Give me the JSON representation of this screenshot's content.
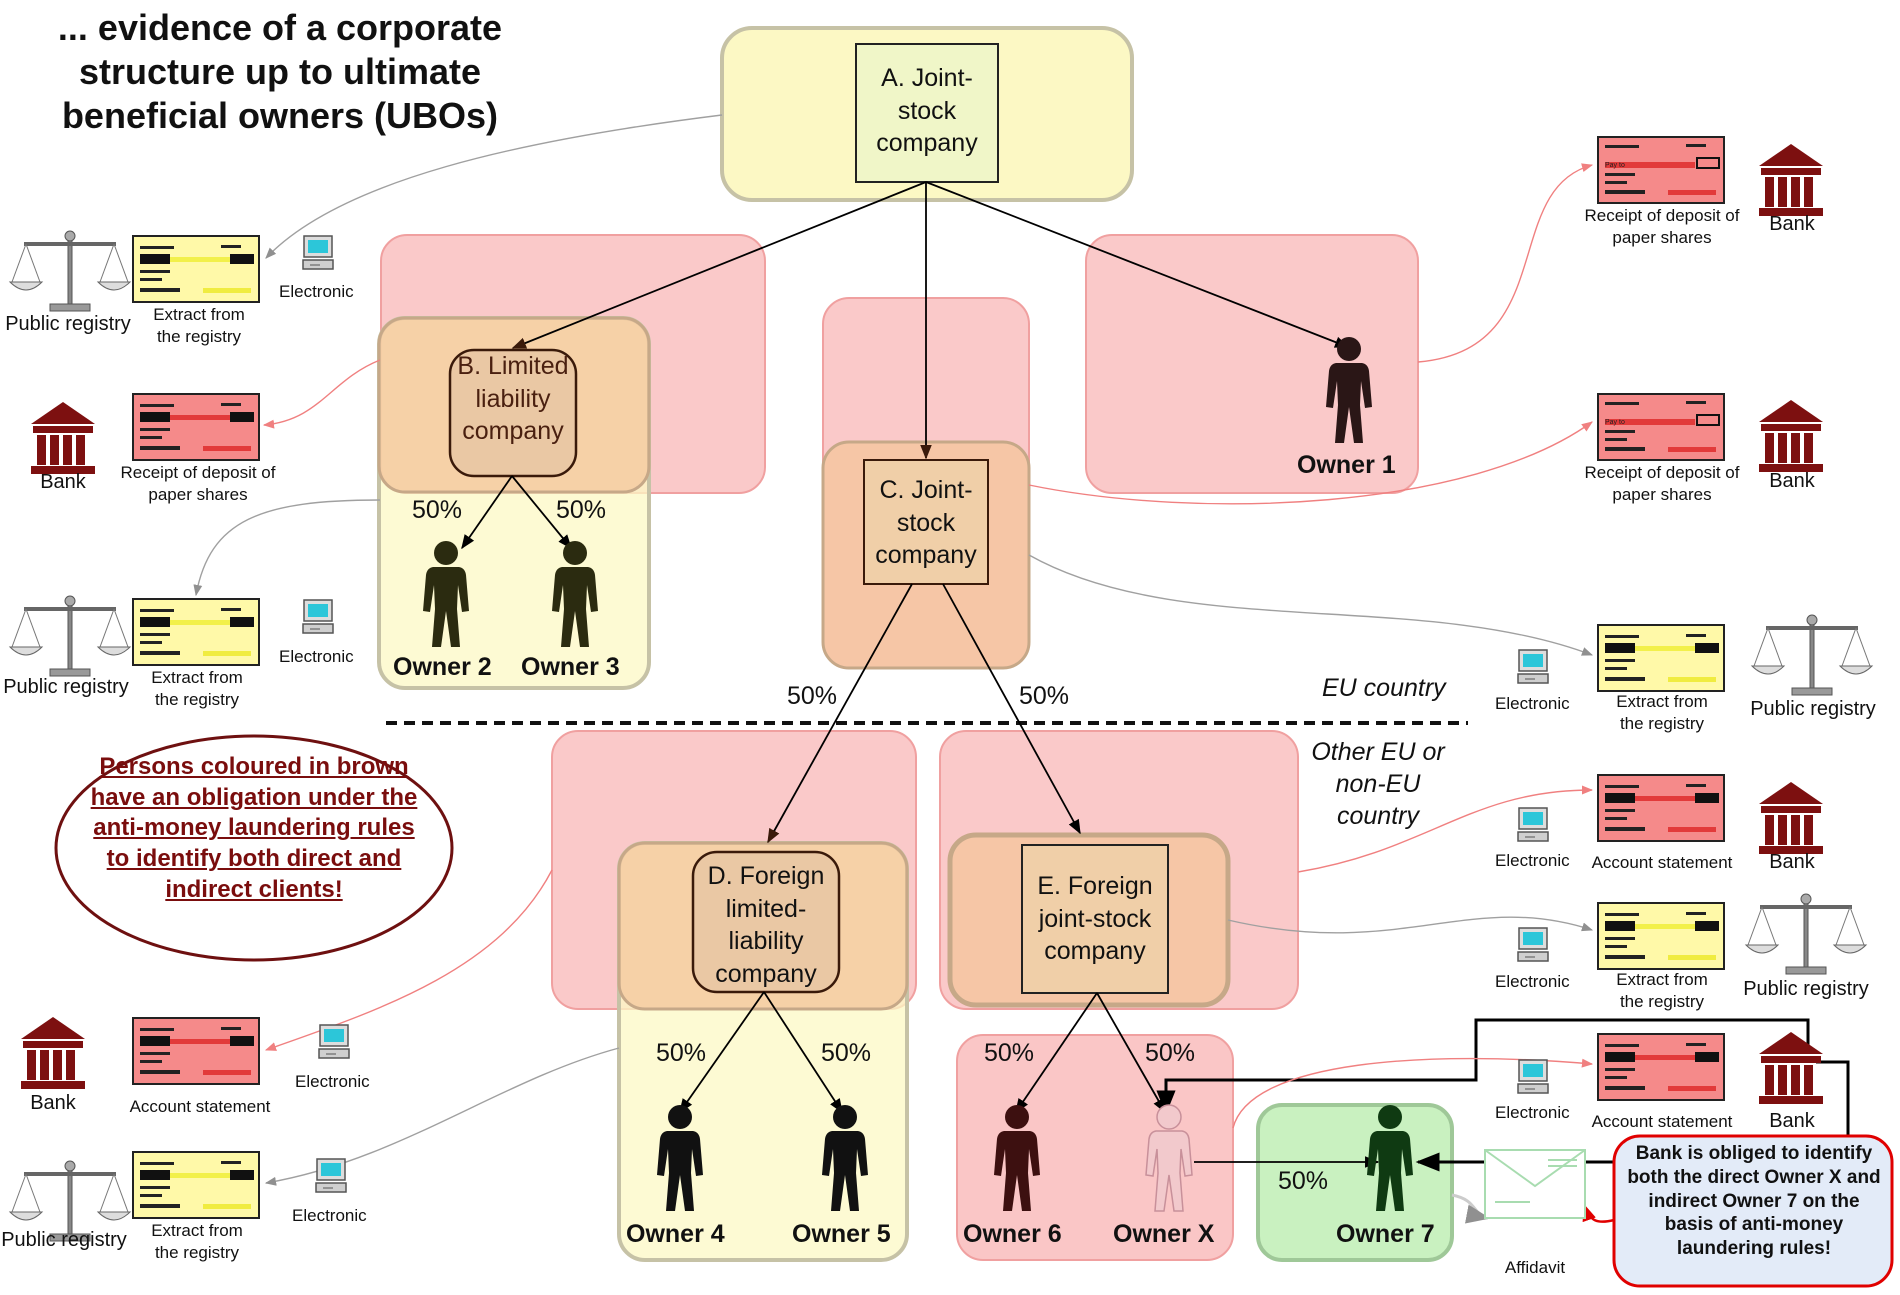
{
  "title": "... evidence of a corporate structure up to ultimate beneficial owners (UBOs)",
  "entities": {
    "a": "A. Joint-stock company",
    "b": "B. Limited liability company",
    "c": "C. Joint-stock company",
    "d": "D. Foreign limited-liability company",
    "e": "E. Foreign joint-stock company"
  },
  "owners": {
    "o1": "Owner 1",
    "o2": "Owner 2",
    "o3": "Owner 3",
    "o4": "Owner 4",
    "o5": "Owner 5",
    "o6": "Owner 6",
    "ox": "Owner X",
    "o7": "Owner 7"
  },
  "percent": "50%",
  "regions": {
    "eu": "EU country",
    "non_eu": "Other EU or non-EU country"
  },
  "labels": {
    "public_registry": "Public registry",
    "bank": "Bank",
    "electronic": "Electronic",
    "extract": "Extract from the registry",
    "receipt": "Receipt of deposit of paper shares",
    "account": "Account statement",
    "affidavit": "Affidavit",
    "pay_to": "Pay to"
  },
  "warning": "Persons coloured in brown have an obligation under the anti-money laundering rules to identify both direct and indirect clients!",
  "bank_note": "Bank is obliged to identify both the direct Owner X and indirect Owner 7 on the basis of anti-money laundering rules!",
  "colors": {
    "zone_red": "#f9c0c0",
    "zone_yellow": "#fcf8c4",
    "zone_orange": "#f4c49a",
    "zone_green": "#c9f1c0",
    "person_brown": "#2a1616",
    "person_olive": "#2b2b10",
    "person_black": "#111111",
    "person_dark_red": "#3d1010",
    "person_pink": "#f2c9cc",
    "person_green": "#0f3a12",
    "building": "#7d1010",
    "link_red": "#f08080",
    "link_grey": "#a0a0a0"
  }
}
